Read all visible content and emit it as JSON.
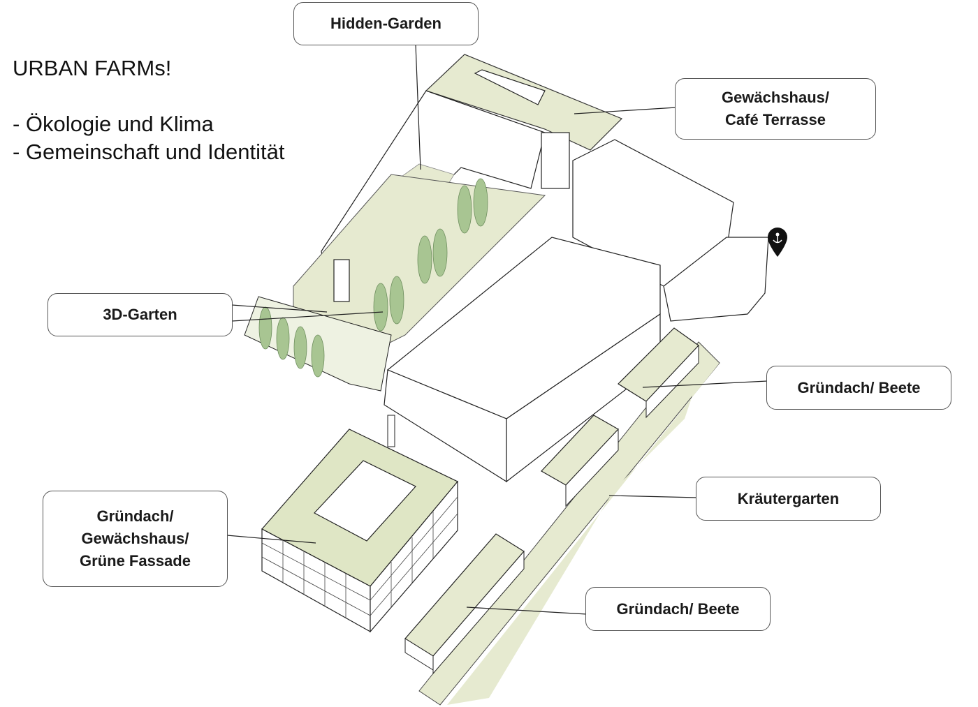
{
  "heading": {
    "title": "URBAN FARMs!",
    "bullets": [
      "- Ökologie und Klima",
      "- Gemeinschaft und Identität"
    ]
  },
  "callouts": {
    "hidden_garden": [
      "Hidden-Garden"
    ],
    "greenhouse_cafe": [
      "Gewächshaus/",
      "Café Terrasse"
    ],
    "garden_3d": [
      "3D-Garten"
    ],
    "green_roof_beds_upper": [
      "Gründach/ Beete"
    ],
    "herb_garden": [
      "Kräutergarten"
    ],
    "green_roof_beds_lower": [
      "Gründach/ Beete"
    ],
    "green_roof_facade": [
      "Gründach/",
      "Gewächshaus/",
      "Grüne Fassade"
    ]
  },
  "colors": {
    "green_area": "#e6ead0",
    "green_dark": "#c9d8a8",
    "tree": "#9fc08a",
    "line": "#222222"
  },
  "icons": {
    "location": "anchor-pin-icon"
  }
}
